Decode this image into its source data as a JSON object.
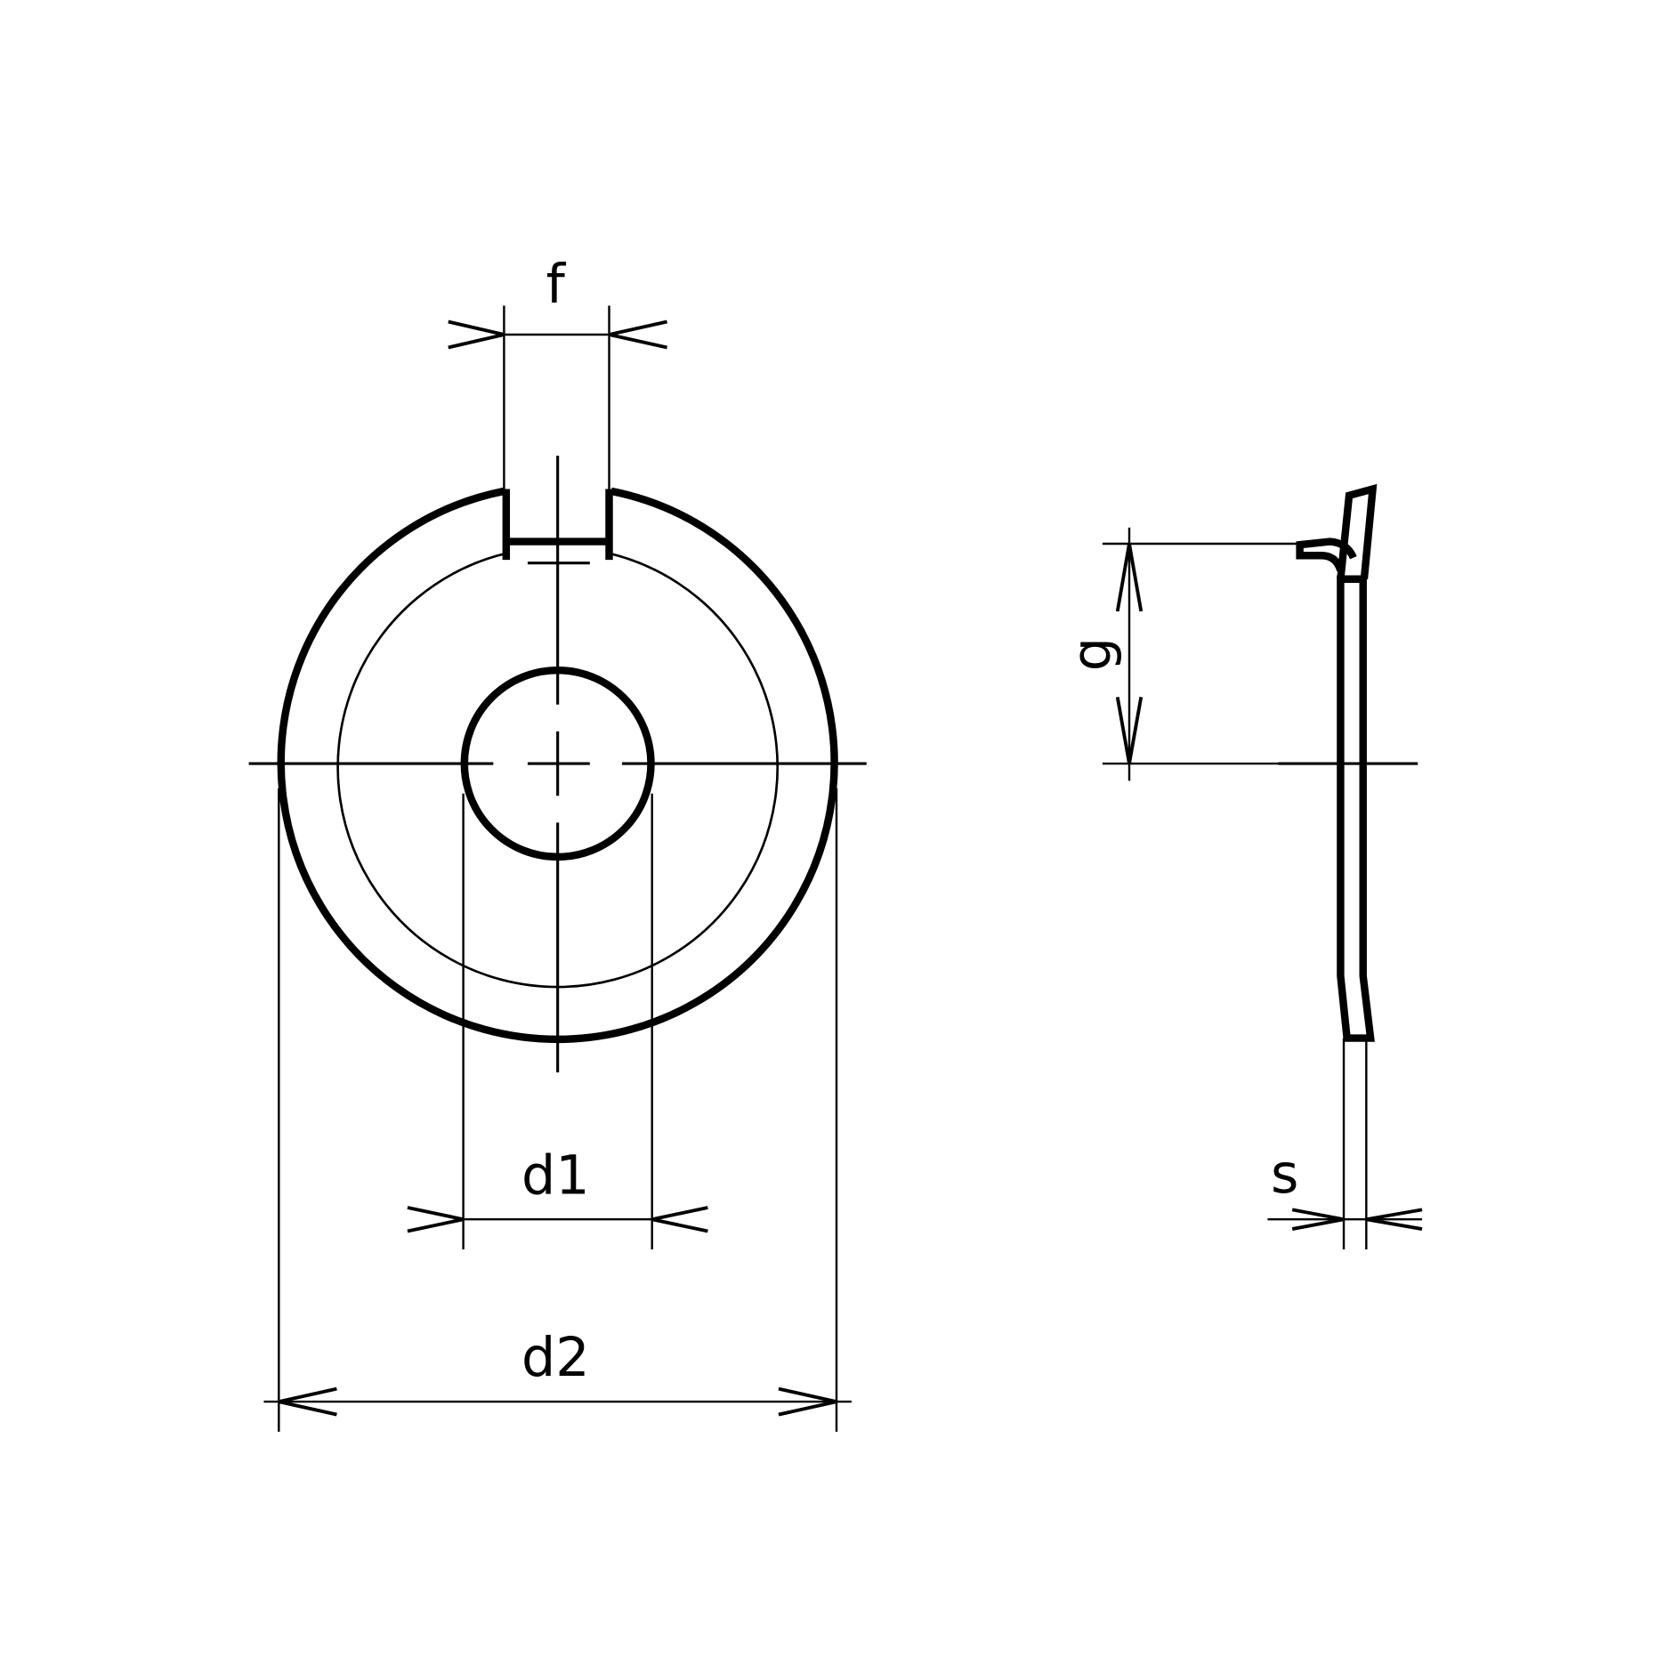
{
  "drawing": {
    "title": "Tab washer with external tab - technical drawing",
    "views": [
      "front-view",
      "side-view"
    ],
    "stroke_color": "#000000",
    "background": "#ffffff"
  },
  "labels": {
    "f": "f",
    "g": "g",
    "d1": "d1",
    "d2": "d2",
    "s": "s"
  }
}
